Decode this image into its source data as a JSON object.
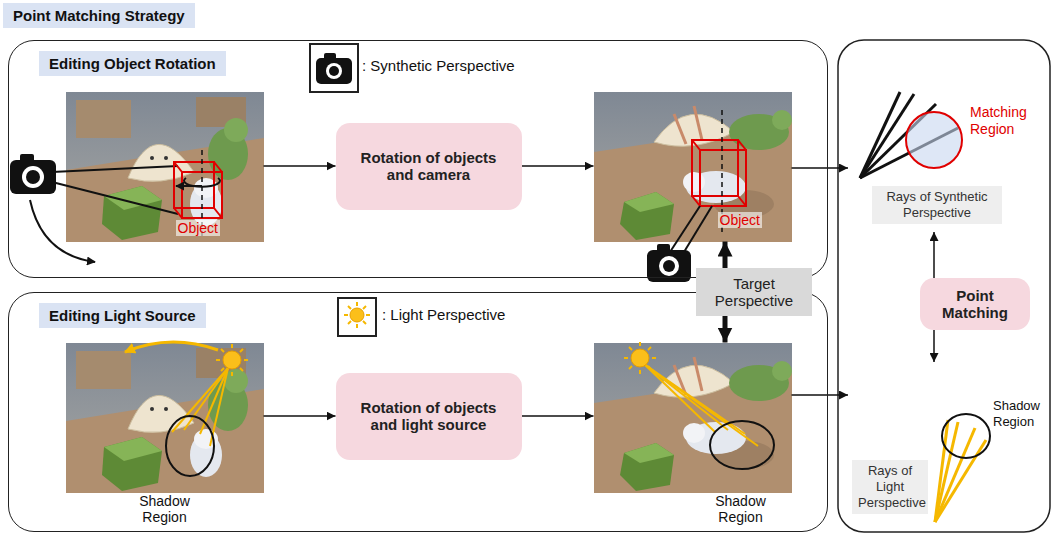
{
  "diagram": {
    "title": "Point Matching Strategy",
    "nodes": [
      {
        "text": [
          "Editing Object Rotation"
        ]
      },
      {
        "text": [
          "Object"
        ],
        "in": 0
      },
      {
        "text": [
          "Rotation of objects and camera"
        ],
        "in": 0
      },
      {
        "text": [
          "Object"
        ],
        "in": 0
      },
      {
        "text": [
          "Editing Light Source"
        ]
      },
      {
        "text": [
          "Shadow Region"
        ],
        "in": 4
      },
      {
        "text": [
          "Rotation of objects and light source"
        ],
        "in": 4
      },
      {
        "text": [
          "Shadow Region"
        ],
        "in": 4
      },
      {
        "text": [
          "Target Perspective"
        ]
      },
      {
        "text": [
          "Matching Region",
          "Rays of Synthetic Perspective"
        ]
      },
      {
        "text": [
          "Point Matching"
        ]
      },
      {
        "text": [
          "Shadow Region",
          "Rays of Light Perspective"
        ]
      }
    ],
    "edges": [
      {
        "from": 1,
        "to": 2,
        "arrow": "to"
      },
      {
        "from": 2,
        "to": 3,
        "arrow": "to"
      },
      {
        "from": 5,
        "to": 6,
        "arrow": "to"
      },
      {
        "from": 6,
        "to": 7,
        "arrow": "to"
      },
      {
        "from": 8,
        "to": 3,
        "arrow": "to"
      },
      {
        "from": 8,
        "to": 7,
        "arrow": "to"
      },
      {
        "from": 3,
        "to": 9,
        "arrow": "to"
      },
      {
        "from": 7,
        "to": 11,
        "arrow": "to"
      },
      {
        "from": 10,
        "to": 9,
        "arrow": "to"
      },
      {
        "from": 10,
        "to": 11,
        "arrow": "to"
      }
    ],
    "labels": [
      ": Synthetic Perspective",
      ": Light Perspective"
    ]
  }
}
